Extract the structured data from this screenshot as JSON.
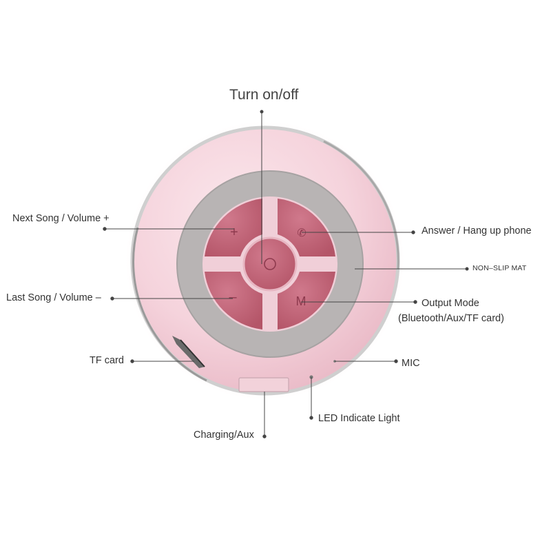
{
  "labels": {
    "turn_on_off": "Turn on/off",
    "next_song": "Next Song / Volume +",
    "answer_phone": "Answer / Hang up phone",
    "non_slip_mat": "NON–SLIP MAT",
    "last_song": "Last Song / Volume –",
    "output_mode": "Output Mode",
    "output_mode_detail": "(Bluetooth/Aux/TF card)",
    "tf_card": "TF card",
    "mic": "MIC",
    "led_light": "LED Indicate Light",
    "charging_aux": "Charging/Aux"
  },
  "buttons": {
    "plus_glyph": "+",
    "minus_glyph": "–",
    "mode_glyph": "M",
    "phone_glyph": "✆"
  },
  "colors": {
    "body_pink": "#f7d9e1",
    "rim_silver": "#c4c4c4",
    "mat_gray": "#b7b3b3",
    "button_rose": "#c4667a",
    "line": "#444444"
  }
}
